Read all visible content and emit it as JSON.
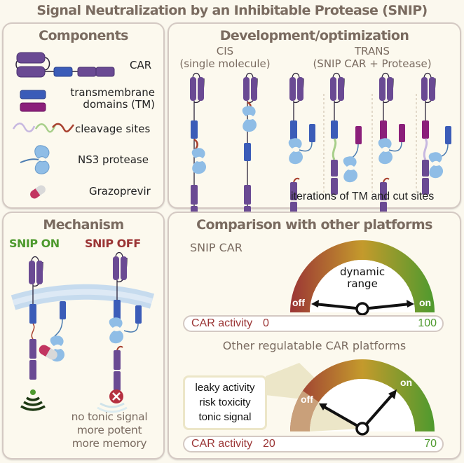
{
  "title": "Signal Neutralization by an Inhibitable Protease (SNIP)",
  "components": {
    "heading": "Components",
    "items": [
      {
        "icon": "car-icon",
        "label": "CAR"
      },
      {
        "icon": "transmembrane-domain-icon",
        "label_line1": "transmembrane",
        "label_line2": "domains (TM)"
      },
      {
        "icon": "cleavage-site-icon",
        "label": "cleavage sites"
      },
      {
        "icon": "ns3-protease-icon",
        "label": "NS3 protease"
      },
      {
        "icon": "grazoprevir-pill-icon",
        "label": "Grazoprevir"
      }
    ]
  },
  "development": {
    "heading": "Development/optimization",
    "cis_title": "CIS",
    "cis_subtitle": "(single molecule)",
    "trans_title": "TRANS",
    "trans_subtitle": "(SNIP CAR + Protease)",
    "caption": "iterations of TM and cut sites"
  },
  "mechanism": {
    "heading": "Mechanism",
    "on_label": "SNIP ON",
    "off_label": "SNIP OFF",
    "benefits": [
      "no tonic signal",
      "more potent",
      "more memory"
    ]
  },
  "comparison": {
    "heading": "Comparison with other platforms",
    "snip": {
      "title": "SNIP CAR",
      "gauge_center_line1": "dynamic",
      "gauge_center_line2": "range",
      "off_label": "off",
      "on_label": "on",
      "bar_label": "CAR activity",
      "min_value": "0",
      "max_value": "100"
    },
    "other": {
      "title": "Other regulatable CAR platforms",
      "callout": [
        "leaky activity",
        "risk toxicity",
        "tonic signal"
      ],
      "off_label": "off",
      "on_label": "on",
      "bar_label": "CAR activity",
      "min_value": "20",
      "max_value": "70"
    }
  },
  "colors": {
    "heading": "#7a6b60",
    "car_purple": "#6a4a93",
    "tm_blue": "#3b5cb8",
    "tm_magenta": "#8b1f7a",
    "cleavage_red": "#a8402e",
    "cleavage_green": "#a8cf8a",
    "cleavage_lilac": "#c7b8e0",
    "protease_blue": "#8fbde6",
    "on_green": "#4e9a2e",
    "off_red": "#9b3535"
  }
}
